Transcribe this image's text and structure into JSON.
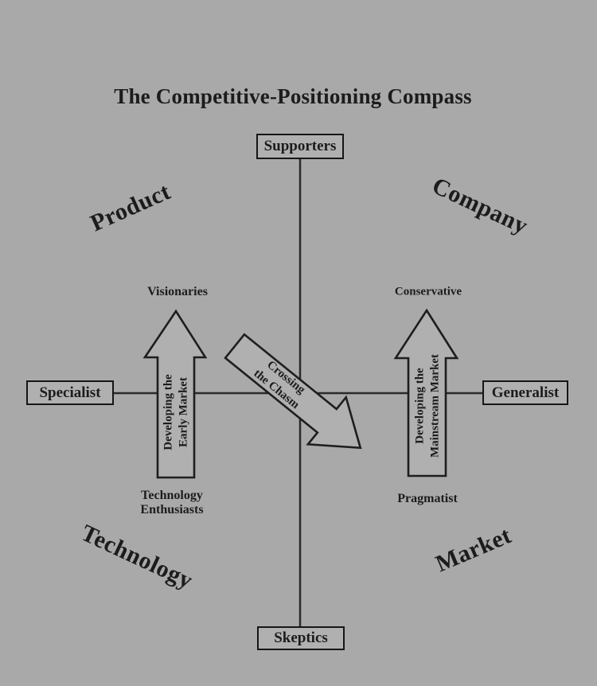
{
  "title": "The Competitive-Positioning Compass",
  "compass": {
    "north": "Supporters",
    "south": "Skeptics",
    "west": "Specialist",
    "east": "Generalist"
  },
  "quadrants": {
    "top_left": "Product",
    "top_right": "Company",
    "bottom_left": "Technology",
    "bottom_right": "Market"
  },
  "arrows": {
    "early_market": {
      "top_label": "Visionaries",
      "label": "Developing the\nEarly Market",
      "bottom_label": "Technology\nEnthusiasts"
    },
    "chasm": {
      "label": "Crossing\nthe Chasm"
    },
    "mainstream_market": {
      "top_label": "Conservative",
      "label": "Developing the\nMainstream Market",
      "bottom_label": "Pragmatist"
    }
  },
  "colors": {
    "background": "#a9a9a9",
    "ink": "#1c1c1c",
    "arrow_fill": "#b0b0b0"
  }
}
